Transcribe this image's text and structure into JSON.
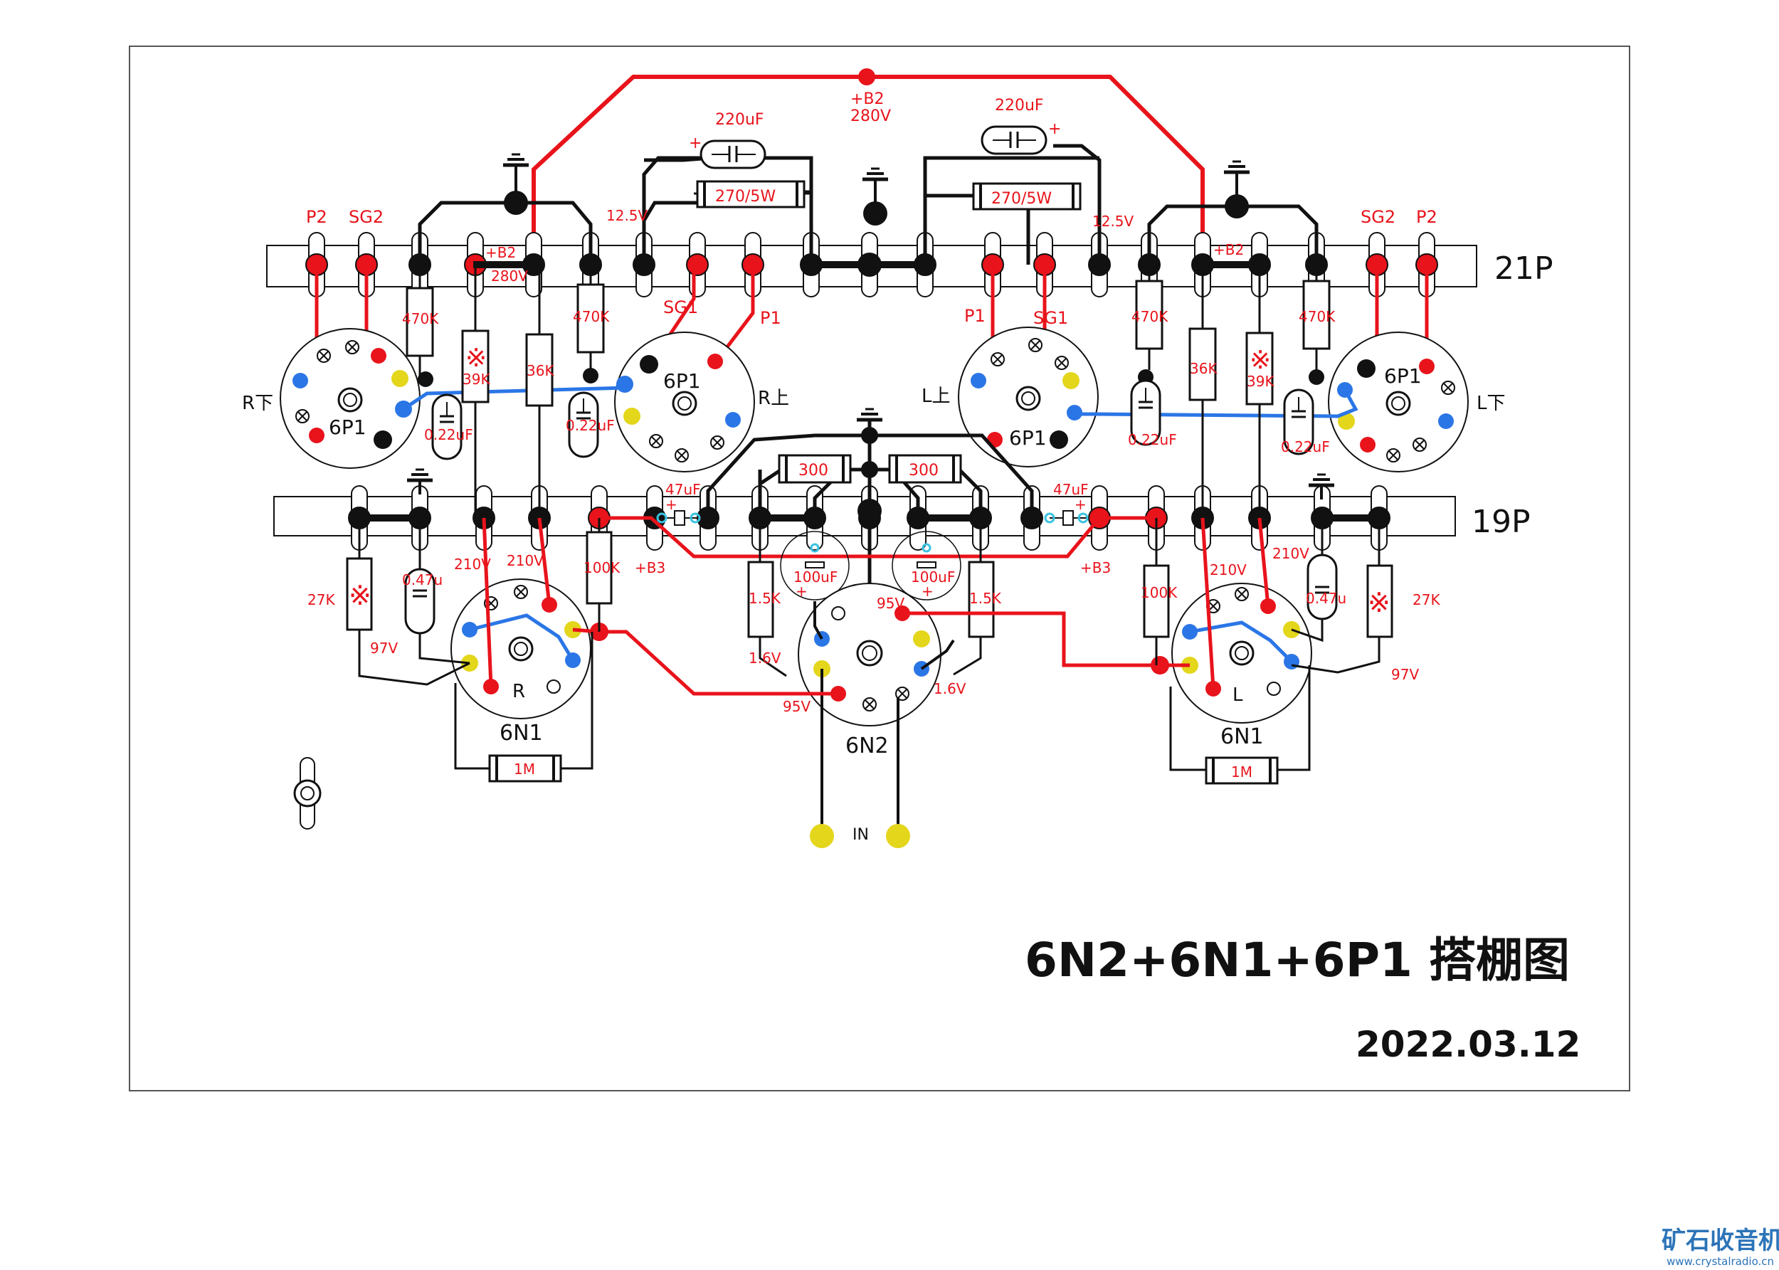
{
  "title": "6N2+6N1+6P1 搭棚图",
  "date": "2022.03.12",
  "watermark": {
    "name": "矿石收音机",
    "url": "www.crystalradio.cn"
  },
  "strips": {
    "top": "21P",
    "bottom": "19P"
  },
  "supply": {
    "b2": "+B2",
    "b2_voltage": "280V",
    "b3": "+B3"
  },
  "input_label": "IN",
  "tubes": {
    "r_lower": {
      "type": "6P1",
      "side": "R下"
    },
    "r_upper": {
      "type": "6P1",
      "side": "R上"
    },
    "l_upper": {
      "type": "6P1",
      "side": "L上"
    },
    "l_lower": {
      "type": "6P1",
      "side": "L下"
    },
    "r_driver": {
      "type": "6N1",
      "side": "R"
    },
    "l_driver": {
      "type": "6N1",
      "side": "L"
    },
    "input": {
      "type": "6N2"
    }
  },
  "pins": {
    "p2": "P2",
    "sg2": "SG2",
    "p1": "P1",
    "sg1": "SG1"
  },
  "components": {
    "r470k": "470K",
    "r39k": "39K",
    "r36k": "36K",
    "c022": "0.22uF",
    "c220": "220uF",
    "r270": "270/5W",
    "r300": "300",
    "c47": "47uF",
    "c100": "100uF",
    "r15k": "1.5K",
    "r100k": "100K",
    "r27k": "27K",
    "c047": "0.47u",
    "r1m": "1M"
  },
  "voltages": {
    "v12_5": "12.5V",
    "v210": "210V",
    "v97": "97V",
    "v95": "95V",
    "v16": "1.6V"
  },
  "colors": {
    "signal": "#e8131b",
    "feedback": "#2b76e6",
    "wire": "#111111",
    "heater": "#e3d61b",
    "ground_pad": "#111111"
  }
}
